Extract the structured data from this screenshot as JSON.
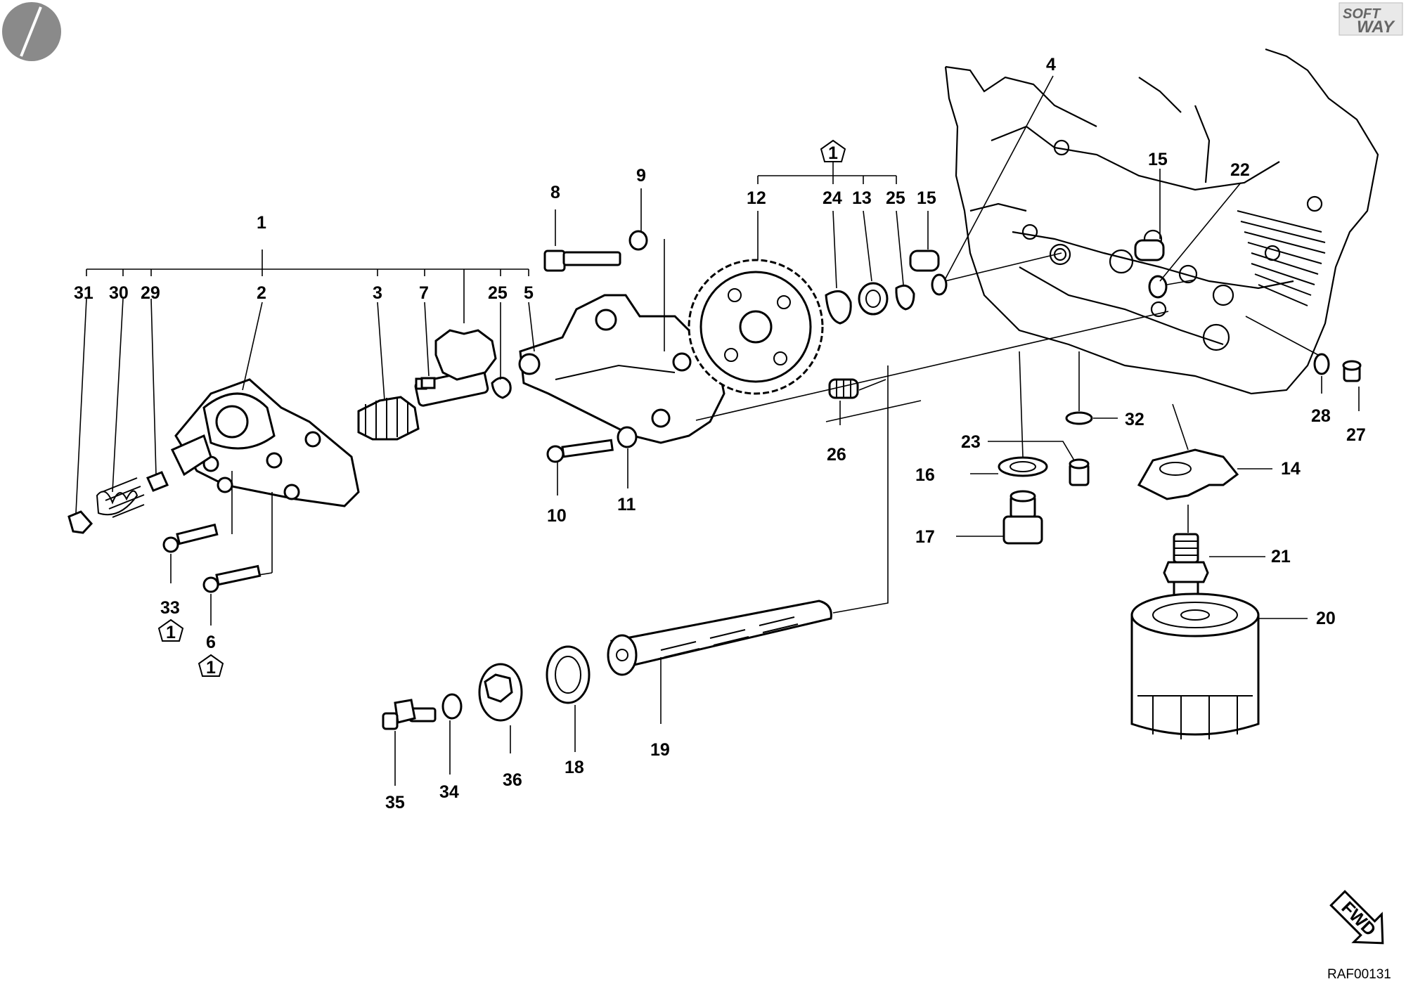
{
  "callouts": {
    "c1": "1",
    "c2": "2",
    "c3": "3",
    "c4": "4",
    "c5": "5",
    "c6": "6",
    "c7": "7",
    "c8": "8",
    "c9": "9",
    "c10": "10",
    "c11": "11",
    "c12": "12",
    "c13": "13",
    "c14": "14",
    "c15a": "15",
    "c15b": "15",
    "c16": "16",
    "c17": "17",
    "c18": "18",
    "c19": "19",
    "c20": "20",
    "c21": "21",
    "c22": "22",
    "c23": "23",
    "c24": "24",
    "c25a": "25",
    "c25b": "25",
    "c26": "26",
    "c27": "27",
    "c28": "28",
    "c29": "29",
    "c30": "30",
    "c31": "31",
    "c32": "32",
    "c33": "33",
    "c34": "34",
    "c35": "35",
    "c36": "36"
  },
  "notes": {
    "n_top": "1",
    "n_33": "1",
    "n_6": "1"
  },
  "brand": {
    "logo_line1": "SOFT",
    "logo_line2": "WAY"
  },
  "orientation": {
    "fwd_label": "FWD"
  },
  "drawing_code": "RAF00131"
}
